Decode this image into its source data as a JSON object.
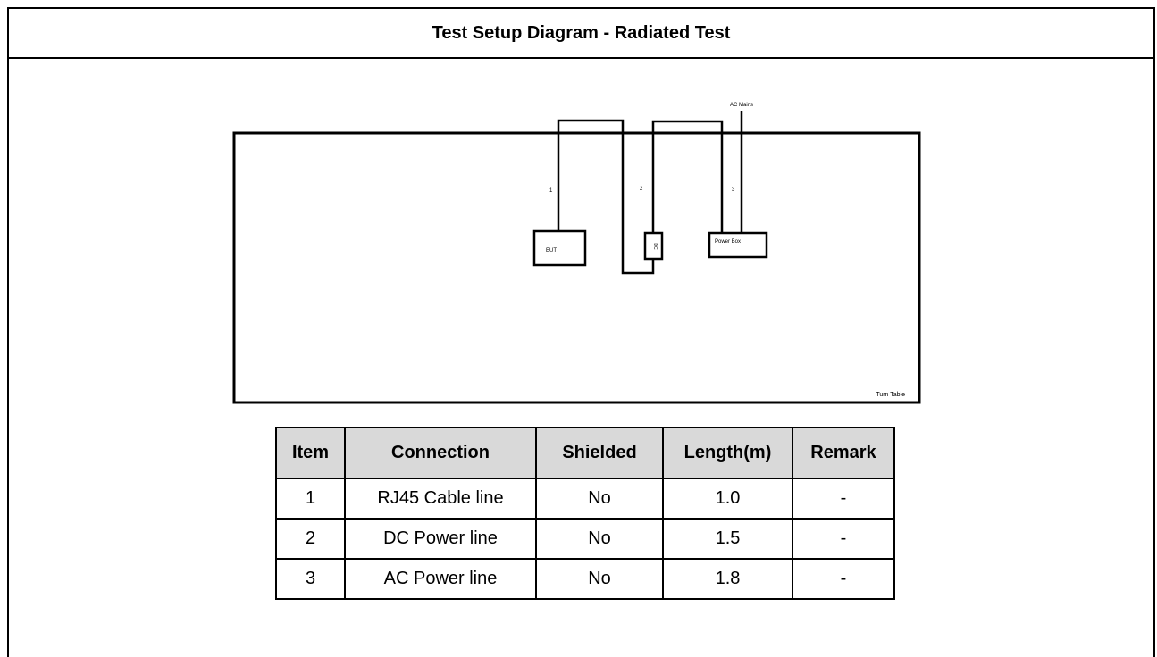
{
  "title": "Test Setup Diagram - Radiated Test",
  "diagram": {
    "lead_labels": [
      "1",
      "2",
      "3"
    ],
    "eut_label": "EUT",
    "adapter_label": "DC",
    "power_box_label": "Power Box",
    "ac_mains_label": "AC Mains",
    "turn_table_label": "Turn Table"
  },
  "table": {
    "headers": [
      "Item",
      "Connection",
      "Shielded",
      "Length(m)",
      "Remark"
    ],
    "rows": [
      [
        "1",
        "RJ45 Cable line",
        "No",
        "1.0",
        "-"
      ],
      [
        "2",
        "DC Power line",
        "No",
        "1.5",
        "-"
      ],
      [
        "3",
        "AC Power line",
        "No",
        "1.8",
        "-"
      ]
    ]
  }
}
